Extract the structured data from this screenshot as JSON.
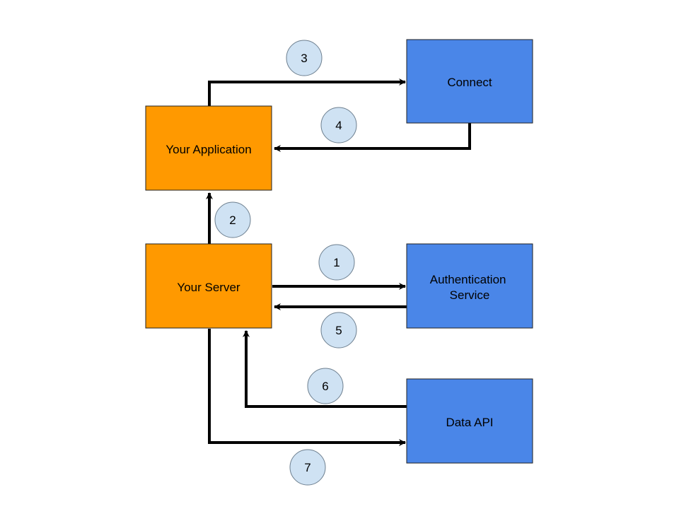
{
  "colors": {
    "client_fill": "#ff9900",
    "service_fill": "#4a86e8",
    "step_fill": "#cfe2f3",
    "stroke": "#000000",
    "box_border": "#222222",
    "step_border": "#6d7f8f"
  },
  "nodes": {
    "your_application": {
      "label": "Your Application"
    },
    "your_server": {
      "label": "Your Server"
    },
    "connect": {
      "label": "Connect"
    },
    "authentication_service": {
      "lines": [
        "Authentication",
        "Service"
      ]
    },
    "data_api": {
      "label": "Data API"
    }
  },
  "steps": [
    "1",
    "2",
    "3",
    "4",
    "5",
    "6",
    "7"
  ]
}
